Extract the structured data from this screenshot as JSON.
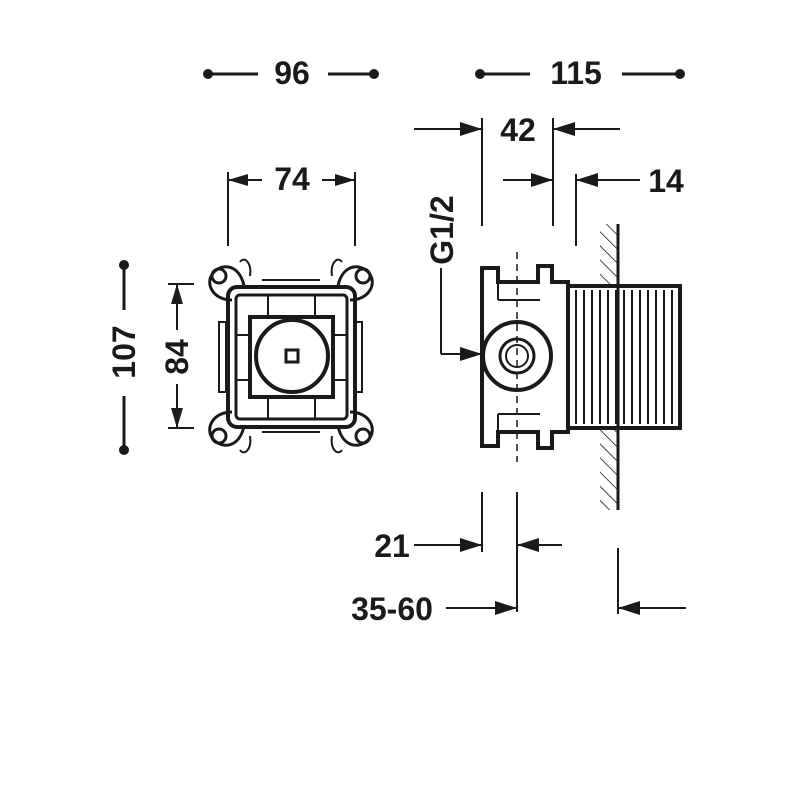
{
  "dimensions": {
    "front_width_outer": "96",
    "front_width_inner": "74",
    "front_height_outer": "107",
    "front_height_inner": "84",
    "side_depth_total": "115",
    "side_body": "42",
    "side_flange": "14",
    "connection": "G1/2",
    "offset_center": "21",
    "adjust_range": "35-60"
  },
  "colors": {
    "line": "#1a1a1a",
    "background": "#ffffff"
  }
}
